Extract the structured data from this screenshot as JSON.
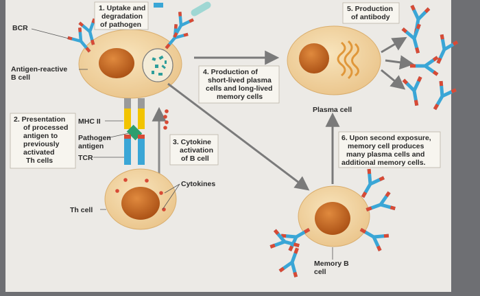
{
  "colors": {
    "background": "#eceae6",
    "cell_fill": "#f3d9a8",
    "nucleus": "#c8651f",
    "antibody_blue": "#3aa6d6",
    "antibody_red": "#d84a35",
    "arrow": "#7a7a7a",
    "mhc_yellow": "#f2c400",
    "pathogen_green": "#2e9e6e"
  },
  "labels": {
    "bcr": "BCR",
    "antigen_reactive_1": "Antigen-reactive",
    "antigen_reactive_2": "B cell",
    "mhc2": "MHC II",
    "pathogen_antigen_1": "Pathogen",
    "pathogen_antigen_2": "antigen",
    "tcr": "TCR",
    "th_cell": "Th cell",
    "cytokines": "Cytokines",
    "plasma_cell": "Plasma cell",
    "memory_b_1": "Memory B",
    "memory_b_2": "cell"
  },
  "steps": {
    "s1": [
      "1. Uptake and",
      "degradation",
      "of pathogen"
    ],
    "s2": [
      "2. Presentation",
      "of processed",
      "antigen to",
      "previously",
      "activated",
      "Th cells"
    ],
    "s3": [
      "3. Cytokine",
      "activation",
      "of B cell"
    ],
    "s4": [
      "4. Production of",
      "short-lived plasma",
      "cells and long-lived",
      "memory cells"
    ],
    "s5": [
      "5. Production",
      "of antibody"
    ],
    "s6": [
      "6. Upon second exposure,",
      "memory cell produces",
      "many plasma cells and",
      "additional memory cells."
    ]
  }
}
